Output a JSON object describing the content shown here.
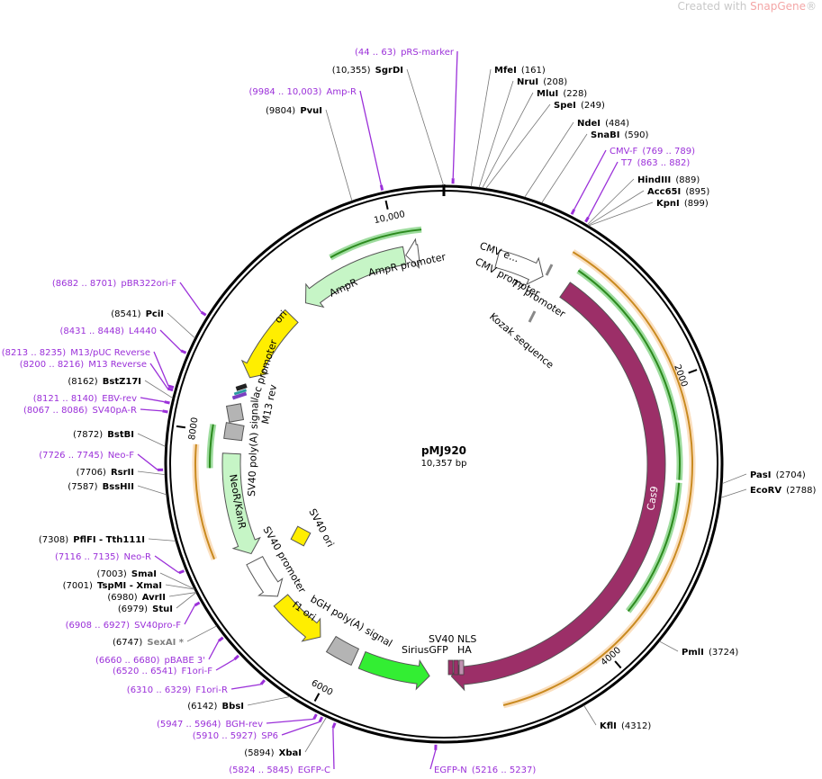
{
  "watermark": {
    "prefix": "Created with ",
    "brand": "SnapGene",
    "suffix": "®"
  },
  "plasmid": {
    "name": "pMJ920",
    "length": "10,357 bp"
  },
  "ticks": [
    {
      "label": "2000",
      "pos": 2000
    },
    {
      "label": "4000",
      "pos": 4000
    },
    {
      "label": "6000",
      "pos": 6000
    },
    {
      "label": "8000",
      "pos": 8000
    },
    {
      "label": "10,000",
      "pos": 10000
    }
  ],
  "sites": [
    {
      "name": "SgrDI",
      "coord": "(10,355)",
      "pos": 10355,
      "kind": "enzyme"
    },
    {
      "name": "pRS-marker",
      "coord": "(44 .. 63)",
      "pos": 53,
      "kind": "primer"
    },
    {
      "name": "MfeI",
      "coord": "(161)",
      "pos": 161,
      "kind": "enzyme"
    },
    {
      "name": "NruI",
      "coord": "(208)",
      "pos": 208,
      "kind": "enzyme"
    },
    {
      "name": "MluI",
      "coord": "(228)",
      "pos": 228,
      "kind": "enzyme"
    },
    {
      "name": "SpeI",
      "coord": "(249)",
      "pos": 249,
      "kind": "enzyme"
    },
    {
      "name": "NdeI",
      "coord": "(484)",
      "pos": 484,
      "kind": "enzyme"
    },
    {
      "name": "SnaBI",
      "coord": "(590)",
      "pos": 590,
      "kind": "enzyme"
    },
    {
      "name": "CMV-F",
      "coord": "(769 .. 789)",
      "pos": 779,
      "kind": "primer"
    },
    {
      "name": "T7",
      "coord": "(863 .. 882)",
      "pos": 872,
      "kind": "primer"
    },
    {
      "name": "HindIII",
      "coord": "(889)",
      "pos": 889,
      "kind": "enzyme"
    },
    {
      "name": "Acc65I",
      "coord": "(895)",
      "pos": 895,
      "kind": "enzyme"
    },
    {
      "name": "KpnI",
      "coord": "(899)",
      "pos": 899,
      "kind": "enzyme"
    },
    {
      "name": "PasI",
      "coord": "(2704)",
      "pos": 2704,
      "kind": "enzyme"
    },
    {
      "name": "EcoRV",
      "coord": "(2788)",
      "pos": 2788,
      "kind": "enzyme"
    },
    {
      "name": "PmlI",
      "coord": "(3724)",
      "pos": 3724,
      "kind": "enzyme"
    },
    {
      "name": "KflI",
      "coord": "(4312)",
      "pos": 4312,
      "kind": "enzyme"
    },
    {
      "name": "EGFP-N",
      "coord": "(5216 .. 5237)",
      "pos": 5226,
      "kind": "primer"
    },
    {
      "name": "EGFP-C",
      "coord": "(5824 .. 5845)",
      "pos": 5834,
      "kind": "primer"
    },
    {
      "name": "XbaI",
      "coord": "(5894)",
      "pos": 5894,
      "kind": "enzyme"
    },
    {
      "name": "SP6",
      "coord": "(5910 .. 5927)",
      "pos": 5918,
      "kind": "primer"
    },
    {
      "name": "BGH-rev",
      "coord": "(5947 .. 5964)",
      "pos": 5955,
      "kind": "primer"
    },
    {
      "name": "BbsI",
      "coord": "(6142)",
      "pos": 6142,
      "kind": "enzyme"
    },
    {
      "name": "F1ori-R",
      "coord": "(6310 .. 6329)",
      "pos": 6320,
      "kind": "primer"
    },
    {
      "name": "F1ori-F",
      "coord": "(6520 .. 6541)",
      "pos": 6530,
      "kind": "primer"
    },
    {
      "name": "pBABE 3'",
      "coord": "(6660 .. 6680)",
      "pos": 6670,
      "kind": "primer"
    },
    {
      "name": "SexAI *",
      "coord": "(6747)",
      "pos": 6747,
      "kind": "grey"
    },
    {
      "name": "SV40pro-F",
      "coord": "(6908 .. 6927)",
      "pos": 6917,
      "kind": "primer"
    },
    {
      "name": "StuI",
      "coord": "(6979)",
      "pos": 6979,
      "kind": "enzyme"
    },
    {
      "name": "AvrII",
      "coord": "(6980)",
      "pos": 6980,
      "kind": "enzyme"
    },
    {
      "name": "TspMI - XmaI",
      "coord": "(7001)",
      "pos": 7001,
      "kind": "enzyme"
    },
    {
      "name": "SmaI",
      "coord": "(7003)",
      "pos": 7003,
      "kind": "enzyme"
    },
    {
      "name": "Neo-R",
      "coord": "(7116 .. 7135)",
      "pos": 7125,
      "kind": "primer"
    },
    {
      "name": "PflFI - Tth111I",
      "coord": "(7308)",
      "pos": 7308,
      "kind": "enzyme"
    },
    {
      "name": "BssHII",
      "coord": "(7587)",
      "pos": 7587,
      "kind": "enzyme"
    },
    {
      "name": "RsrII",
      "coord": "(7706)",
      "pos": 7706,
      "kind": "enzyme"
    },
    {
      "name": "Neo-F",
      "coord": "(7726 .. 7745)",
      "pos": 7735,
      "kind": "primer"
    },
    {
      "name": "BstBI",
      "coord": "(7872)",
      "pos": 7872,
      "kind": "enzyme"
    },
    {
      "name": "SV40pA-R",
      "coord": "(8067 .. 8086)",
      "pos": 8076,
      "kind": "primer"
    },
    {
      "name": "EBV-rev",
      "coord": "(8121 .. 8140)",
      "pos": 8130,
      "kind": "primer"
    },
    {
      "name": "BstZ17I",
      "coord": "(8162)",
      "pos": 8162,
      "kind": "enzyme"
    },
    {
      "name": "M13 Reverse",
      "coord": "(8200 .. 8216)",
      "pos": 8208,
      "kind": "primer"
    },
    {
      "name": "M13/pUC Reverse",
      "coord": "(8213 .. 8235)",
      "pos": 8224,
      "kind": "primer"
    },
    {
      "name": "L4440",
      "coord": "(8431 .. 8448)",
      "pos": 8440,
      "kind": "primer"
    },
    {
      "name": "PciI",
      "coord": "(8541)",
      "pos": 8541,
      "kind": "enzyme"
    },
    {
      "name": "pBR322ori-F",
      "coord": "(8682 .. 8701)",
      "pos": 8691,
      "kind": "primer"
    },
    {
      "name": "PvuI",
      "coord": "(9804)",
      "pos": 9804,
      "kind": "enzyme"
    },
    {
      "name": "Amp-R",
      "coord": "(9984 .. 10,003)",
      "pos": 9993,
      "kind": "primer"
    }
  ],
  "features": [
    {
      "name": "Cas9",
      "start": 1000,
      "end": 5120,
      "color": "#9c2f68",
      "dir": 1,
      "ring": 0
    },
    {
      "name": "SiriusGFP",
      "start": 5290,
      "end": 5830,
      "color": "#33ee33",
      "dir": -1,
      "ring": 0
    },
    {
      "name": "bGH poly(A) signal",
      "start": 5890,
      "end": 6100,
      "color": "#b4b4b4",
      "dir": 0,
      "ring": 0
    },
    {
      "name": "f1 ori",
      "start": 6200,
      "end": 6620,
      "color": "#ffee00",
      "dir": -1,
      "ring": 0
    },
    {
      "name": "SV40 promoter",
      "start": 6660,
      "end": 6990,
      "color": "#ffffff",
      "dir": -1,
      "ring": 0
    },
    {
      "name": "NeoR/KanR",
      "start": 7050,
      "end": 7850,
      "color": "#c6f5c6",
      "dir": -1,
      "ring": 0
    },
    {
      "name": "SV40 poly(A) signal",
      "start": 7960,
      "end": 8080,
      "color": "#b4b4b4",
      "dir": 0,
      "ring": 0
    },
    {
      "name": "ori",
      "start": 8460,
      "end": 9040,
      "color": "#ffee00",
      "dir": -1,
      "ring": 0
    },
    {
      "name": "AmpR",
      "start": 9190,
      "end": 10050,
      "color": "#c6f5c6",
      "dir": -1,
      "ring": 0
    },
    {
      "name": "AmpR promoter",
      "start": 10060,
      "end": 10160,
      "color": "#ffffff",
      "dir": -1,
      "ring": 0
    },
    {
      "name": "CMV e...",
      "start": 420,
      "end": 800,
      "color": "#ffffff",
      "dir": 1,
      "ring": 0
    }
  ],
  "small_labels": [
    {
      "text": "AmpR promoter"
    },
    {
      "text": "AmpR"
    },
    {
      "text": "ori"
    },
    {
      "text": "lac promoter"
    },
    {
      "text": "M13 rev"
    },
    {
      "text": "SV40 poly(A) signal"
    },
    {
      "text": "NeoR/KanR"
    },
    {
      "text": "SV40 promoter"
    },
    {
      "text": "SV40 ori"
    },
    {
      "text": "f1 ori"
    },
    {
      "text": "bGH poly(A) signal"
    },
    {
      "text": "SiriusGFP"
    },
    {
      "text": "SV40 NLS"
    },
    {
      "text": "HA"
    },
    {
      "text": "Cas9"
    },
    {
      "text": "CMV e..."
    },
    {
      "text": "CMV promoter"
    },
    {
      "text": "T7 promoter"
    },
    {
      "text": "Kozak sequence"
    }
  ],
  "colors": {
    "primer": "#9b30d9",
    "orf_outline": "#f5c58a",
    "orf_arrow": "#3a9a2a",
    "orf_arrow_green": "#4ec04e"
  }
}
